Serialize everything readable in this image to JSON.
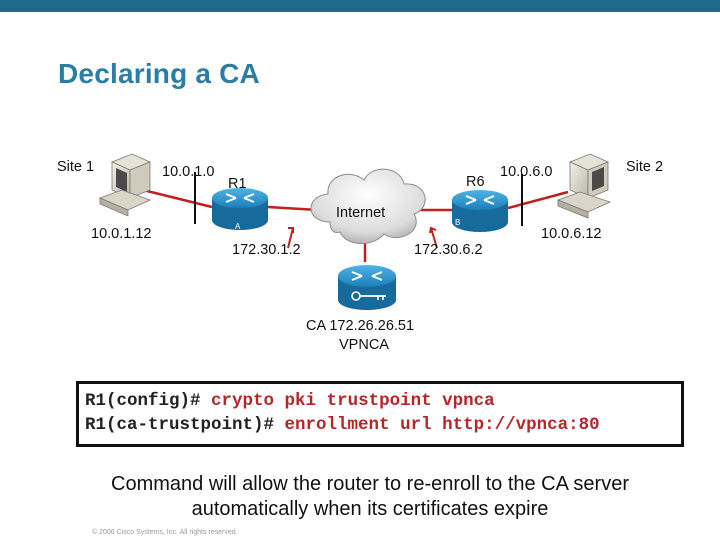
{
  "slide": {
    "title": "Declaring a CA",
    "copyright": "© 2006 Cisco Systems, Inc. All rights reserved."
  },
  "colors": {
    "header_bar": "#1f6a8a",
    "title": "#2a7ea6",
    "router": "#1c7fb8",
    "link": "#c21f1f",
    "command_text": "#b5262b"
  },
  "diagram": {
    "site1": {
      "label": "Site 1",
      "network": "10.0.1.0",
      "host": "10.0.1.12",
      "icon": "pc-icon"
    },
    "site2": {
      "label": "Site 2",
      "network": "10.0.6.0",
      "host": "10.0.6.12",
      "icon": "pc-icon"
    },
    "r1": {
      "name": "R1",
      "port": "A",
      "ip": "172.30.1.2",
      "icon": "router-icon"
    },
    "r6": {
      "name": "R6",
      "port": "B",
      "ip": "172.30.6.2",
      "icon": "router-icon"
    },
    "internet": {
      "label": "Internet",
      "icon": "cloud-icon"
    },
    "ca": {
      "line1": "CA 172.26.26.51",
      "line2": "VPNCA",
      "icon": "ca-router-key-icon"
    }
  },
  "commands": [
    {
      "prompt": "R1(config)#",
      "command": "crypto pki trustpoint vpnca"
    },
    {
      "prompt": "R1(ca-trustpoint)#",
      "command": "enrollment url http://vpnca:80"
    }
  ],
  "caption": {
    "line1": "Command will allow the router to re-enroll to the CA server",
    "line2": "automatically when its certificates expire"
  }
}
